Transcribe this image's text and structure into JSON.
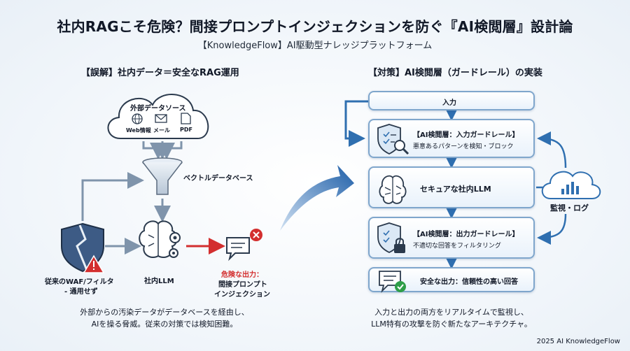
{
  "title": "社内RAGこそ危険？間接プロンプトインジェクションを防ぐ『AI検閲層』設計論",
  "subtitle": "【KnowledgeFlow】AI駆動型ナレッジプラットフォーム",
  "left": {
    "heading": "【誤解】社内データ＝安全なRAG運用",
    "cloud_title": "外部データソース",
    "sources": [
      "Web情報",
      "メール",
      "PDF"
    ],
    "vector_db": "ベクトルデータベース",
    "waf_line1": "従来のWAF/フィルタ",
    "waf_line2": "- 通用せず",
    "llm": "社内LLM",
    "danger_line1": "危険な出力：",
    "danger_line2": "間接プロンプト",
    "danger_line3": "インジェクション",
    "desc_line1": "外部からの汚染データがデータベースを経由し、",
    "desc_line2": "AIを操る脅威。従来の対策では検知困難。"
  },
  "right": {
    "heading": "【対策】AI検閲層（ガードレール）の実装",
    "input": "入力",
    "guard_in_title": "【AI検閲層：入力ガードレール】",
    "guard_in_sub": "悪意あるパターンを検知・ブロック",
    "secure_llm": "セキュアな社内LLM",
    "guard_out_title": "【AI検閲層：出力ガードレール】",
    "guard_out_sub": "不適切な回答をフィルタリング",
    "safe_output": "安全な出力：信頼性の高い回答",
    "monitor": "監視・ログ",
    "desc_line1": "入力と出力の両方をリアルタイムで監視し、",
    "desc_line2": "LLM特有の攻撃を防ぐ新たなアーキテクチャ。"
  },
  "footer": "2025 AI KnowledgeFlow",
  "colors": {
    "accent": "#2f6fb0",
    "danger": "#d32f2f",
    "ok": "#2e9e48",
    "line": "#7f94ab"
  }
}
